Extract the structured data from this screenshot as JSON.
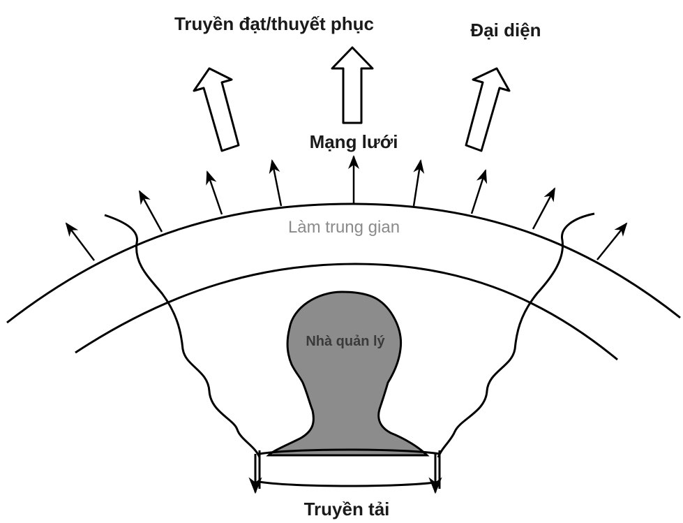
{
  "labels": {
    "communication": "Truyền đạt/thuyết phục",
    "representation": "Đại diện",
    "network": "Mạng lưới",
    "mediation": "Làm trung gian",
    "manager": "Nhà quản lý",
    "transmission": "Truyền tải"
  },
  "colors": {
    "stroke": "#000000",
    "head_fill": "#8c8c8c",
    "hollow_arrow_fill": "#ffffff",
    "mediation_text": "#8a8a8a"
  },
  "icons": {
    "head": "person-head-silhouette",
    "small_arrows": "arrow-up-icon",
    "big_arrows": "hollow-arrow-icon"
  }
}
